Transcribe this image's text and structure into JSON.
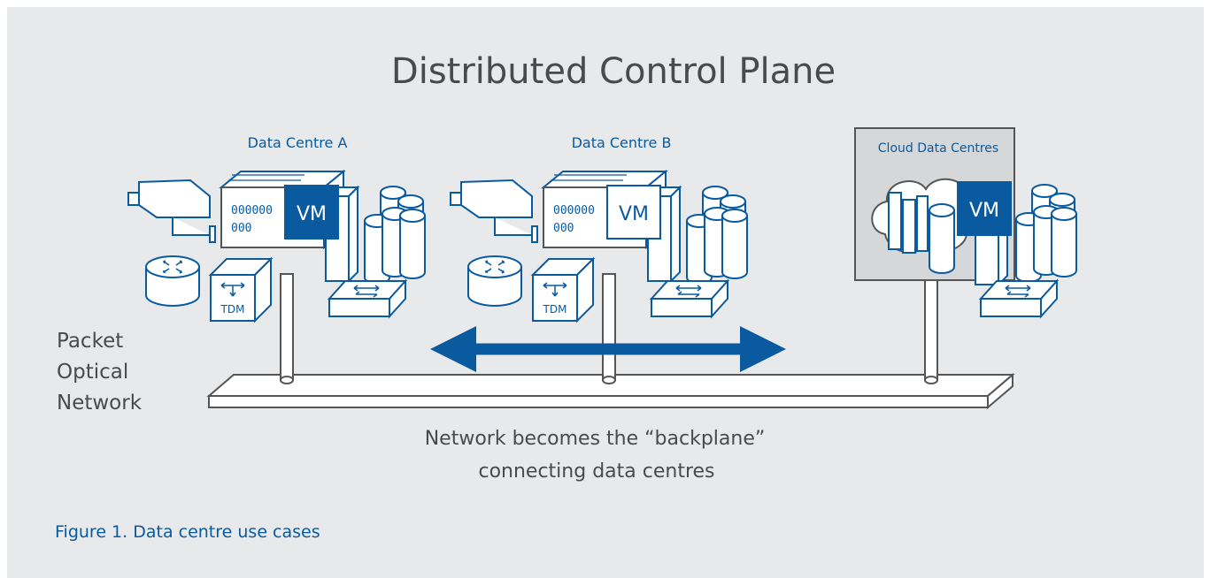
{
  "title": "Distributed Control Plane",
  "sites": {
    "a": {
      "label": "Data Centre A",
      "vm": "VM",
      "ports_top": "000000",
      "ports_bottom": "000",
      "tdm": "TDM"
    },
    "b": {
      "label": "Data Centre B",
      "vm": "VM",
      "ports_top": "000000",
      "ports_bottom": "000",
      "tdm": "TDM"
    },
    "cloud": {
      "label": "Cloud Data Centres",
      "vm": "VM"
    }
  },
  "network": {
    "lines": [
      "Packet",
      "Optical",
      "Network"
    ]
  },
  "caption": {
    "lines": [
      "Network becomes the “backplane”",
      "connecting data centres"
    ]
  },
  "figure_caption": "Figure 1. Data centre use cases",
  "colors": {
    "accent": "#0a5aa0",
    "background": "#e8e9ea",
    "text": "#4a4a4a"
  }
}
